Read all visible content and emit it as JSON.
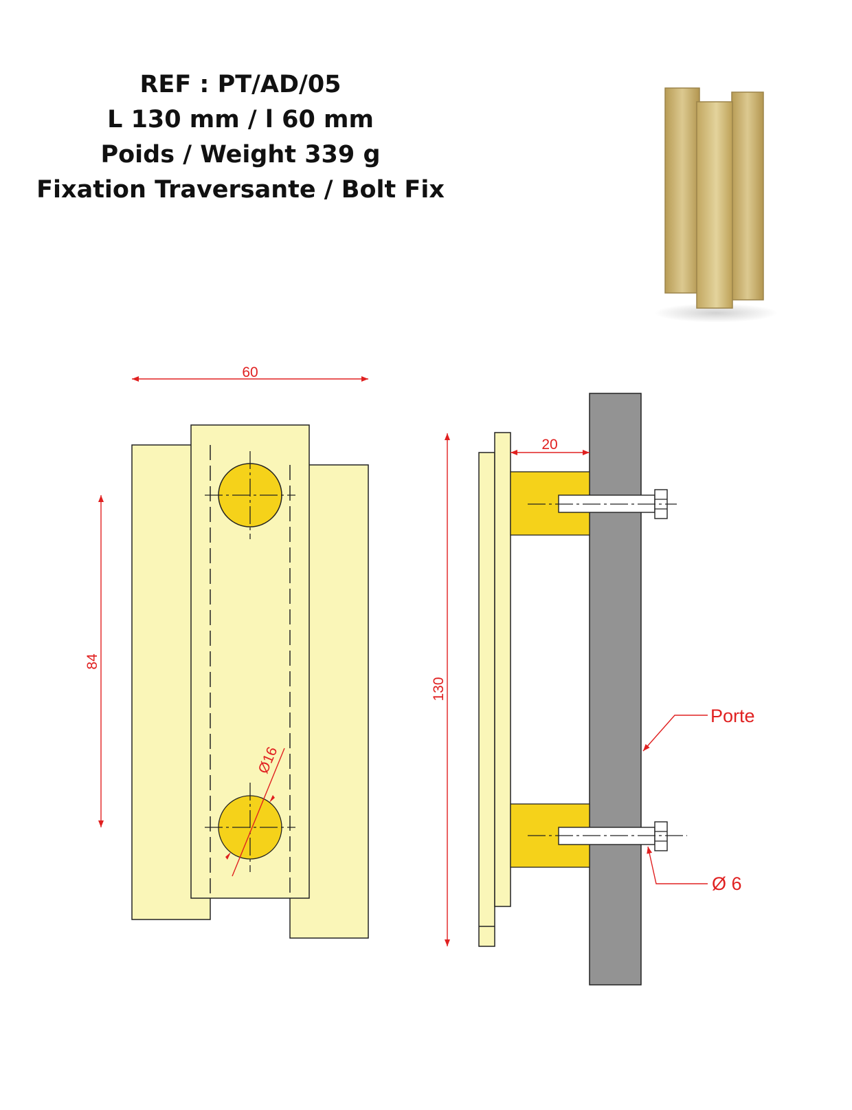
{
  "header": {
    "ref": "REF : PT/AD/05",
    "dimensions": "L 130 mm / l 60 mm",
    "weight": "Poids /  Weight 339 g",
    "fixing": "Fixation Traversante / Bolt Fix"
  },
  "dimensions": {
    "width": "60",
    "hole_spacing": "84",
    "hole_diameter": "Ø16",
    "length": "130",
    "standoff": "20",
    "bolt_diameter": "Ø 6"
  },
  "labels": {
    "door": "Porte"
  },
  "colors": {
    "plate": "#faf6b8",
    "plate_shaded": "#f6eda8",
    "standoff": "#f5d21a",
    "hole": "#f5d21a",
    "door": "#939393",
    "dimension": "#e02020",
    "product_brass": "#c9b06a"
  }
}
